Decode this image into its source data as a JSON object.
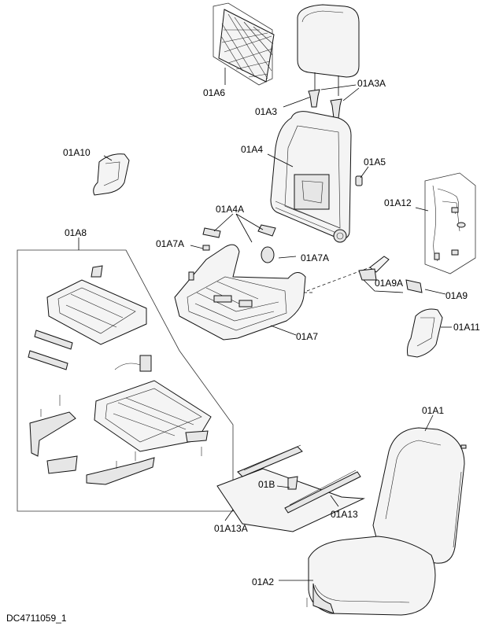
{
  "document_id": "DC4711059_1",
  "callouts": {
    "a6": "01A6",
    "a3": "01A3",
    "a3a": "01A3A",
    "a10": "01A10",
    "a4": "01A4",
    "a5": "01A5",
    "a12": "01A12",
    "a4a": "01A4A",
    "a8": "01A8",
    "a7a_left": "01A7A",
    "a7a_right": "01A7A",
    "a9a": "01A9A",
    "a9": "01A9",
    "a7": "01A7",
    "a11": "01A11",
    "a1": "01A1",
    "b": "01B",
    "a13": "01A13",
    "a13a": "01A13A",
    "a2": "01A2"
  }
}
